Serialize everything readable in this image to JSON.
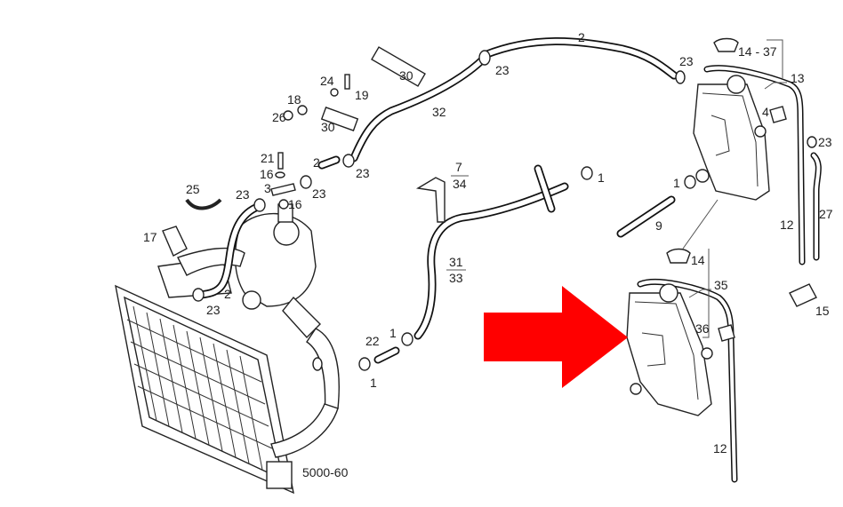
{
  "diagram": {
    "reference_code": "5000-60",
    "arrow_color": "#ff0000",
    "labels": {
      "hose_top": "2",
      "clamp_top_mid": "23",
      "clamp_top_right": "23",
      "cap_top": "14 - 37",
      "pipe_13": "13",
      "bracket_30_top": "30",
      "pipe_32": "32",
      "bolt_24": "24",
      "nut_19": "19",
      "washer_18": "18",
      "nut_26": "26",
      "bracket_30_low": "30",
      "sensor_4": "4",
      "clamp_right": "23",
      "bolt_21": "21",
      "washer_16_top": "16",
      "hose_2_mid": "2",
      "clamp_23_a": "23",
      "clamp_23_b": "23",
      "fitting_3": "3",
      "washer_16_low": "16",
      "clamp_23_c": "23",
      "clip_25": "25",
      "part_7": "7",
      "part_34": "34",
      "clamp_1_a": "1",
      "clamp_1_b": "1",
      "hose_9": "9",
      "pipe_12_top": "12",
      "pipe_27": "27",
      "bracket_17": "17",
      "cap_14": "14",
      "pipe_31": "31",
      "pipe_33": "33",
      "tank_35": "35",
      "clip_15": "15",
      "hose_2_low": "2",
      "clamp_23_low": "23",
      "hose_22": "22",
      "clamp_1_c": "1",
      "sensor_36": "36",
      "clamp_1_d": "1",
      "pipe_12_low": "12"
    }
  }
}
